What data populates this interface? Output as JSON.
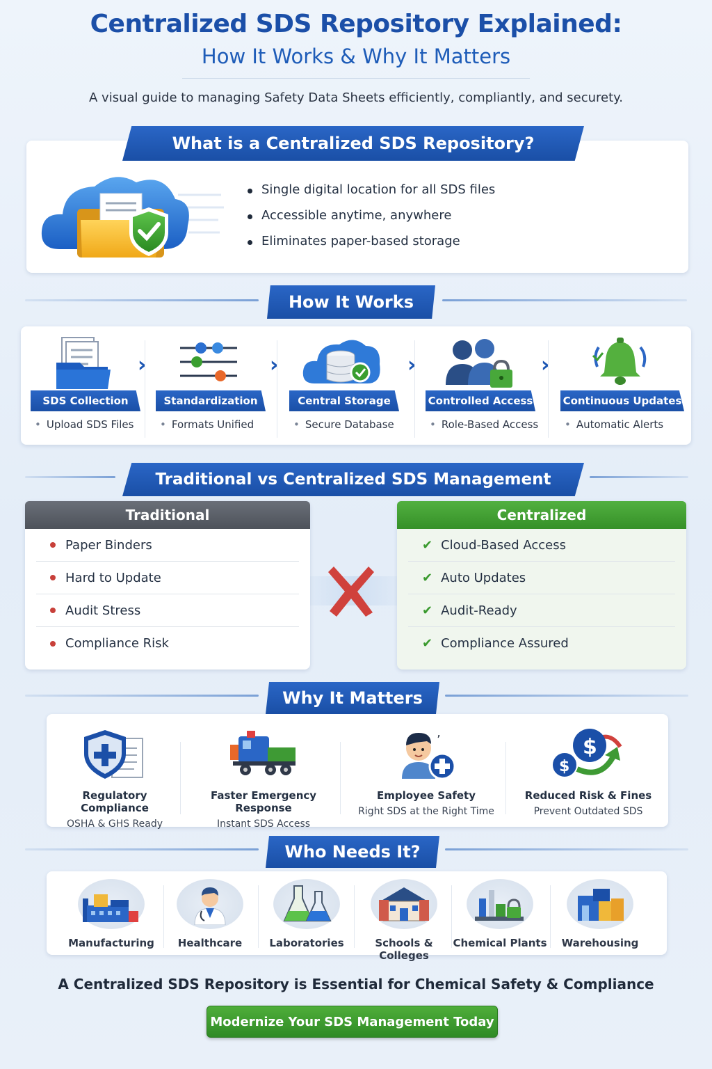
{
  "header": {
    "title": "Centralized SDS Repository Explained:",
    "subtitle": "How It Works & Why It Matters",
    "intro": "A visual guide to managing Safety Data Sheets efficiently, compliantly, and securety."
  },
  "what": {
    "heading": "What is a Centralized SDS Repository?",
    "bullets": [
      "Single digital location for all SDS files",
      "Accessible anytime, anywhere",
      "Eliminates paper-based storage"
    ]
  },
  "how": {
    "heading": "How It Works",
    "steps": [
      {
        "label": "SDS Collection",
        "sub": "Upload SDS Files",
        "icon": "document-folder-icon"
      },
      {
        "label": "Standardization",
        "sub": "Formats Unified",
        "icon": "sliders-icon"
      },
      {
        "label": "Central Storage",
        "sub": "Secure Database",
        "icon": "cloud-database-icon"
      },
      {
        "label": "Controlled Access",
        "sub": "Role-Based Access",
        "icon": "users-lock-icon"
      },
      {
        "label": "Continuous Updates",
        "sub": "Automatic Alerts",
        "icon": "bell-icon"
      }
    ]
  },
  "compare": {
    "heading": "Traditional vs Centralized SDS Management",
    "traditional": {
      "title": "Traditional",
      "items": [
        "Paper Binders",
        "Hard to Update",
        "Audit Stress",
        "Compliance Risk"
      ]
    },
    "centralized": {
      "title": "Centralized",
      "items": [
        "Cloud-Based Access",
        "Auto Updates",
        "Audit-Ready",
        "Compliance Assured"
      ]
    }
  },
  "why": {
    "heading": "Why It Matters",
    "items": [
      {
        "title": "Regulatory Compliance",
        "sub": "OSHA & GHS Ready",
        "icon": "shield-document-icon"
      },
      {
        "title": "Faster Emergency Response",
        "sub": "Instant SDS Access",
        "icon": "emergency-truck-icon"
      },
      {
        "title": "Employee Safety",
        "sub": "Right SDS at the Right Time",
        "icon": "worker-icon"
      },
      {
        "title": "Reduced Risk & Fines",
        "sub": "Prevent Outdated SDS",
        "icon": "dollar-coins-icon"
      }
    ]
  },
  "who": {
    "heading": "Who Needs It?",
    "items": [
      {
        "label": "Manufacturing",
        "icon": "factory-icon"
      },
      {
        "label": "Healthcare",
        "icon": "doctor-icon"
      },
      {
        "label": "Laboratories",
        "icon": "flask-icon"
      },
      {
        "label": "Schools & Colleges",
        "icon": "school-icon"
      },
      {
        "label": "Chemical Plants",
        "icon": "chemical-plant-icon"
      },
      {
        "label": "Warehousing",
        "icon": "warehouse-icon"
      }
    ]
  },
  "closing": "A Centralized SDS Repository is Essential for Chemical Safety & Compliance",
  "cta": "Modernize Your SDS Management Today",
  "colors": {
    "brand_blue": "#1b4fa8",
    "traditional_gray": "#5a5f68",
    "centralized_green": "#3f9a32",
    "cross_red": "#d0413c"
  }
}
